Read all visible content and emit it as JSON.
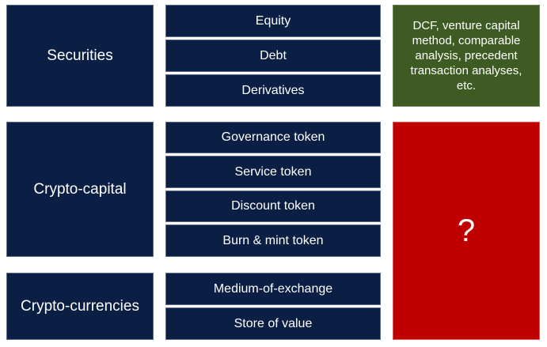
{
  "categories": [
    {
      "label": "Securities",
      "subtypes": [
        "Equity",
        "Debt",
        "Derivatives"
      ]
    },
    {
      "label": "Crypto-capital",
      "subtypes": [
        "Governance token",
        "Service token",
        "Discount token",
        "Burn & mint token"
      ]
    },
    {
      "label": "Crypto-currencies",
      "subtypes": [
        "Medium-of-exchange",
        "Store of value"
      ]
    }
  ],
  "methods": {
    "securities": "DCF, venture capital method, comparable analysis, precedent transaction analyses, etc.",
    "crypto": "?"
  },
  "colors": {
    "navy": "#0b1f45",
    "green": "#3d5b22",
    "red": "#c00000"
  }
}
